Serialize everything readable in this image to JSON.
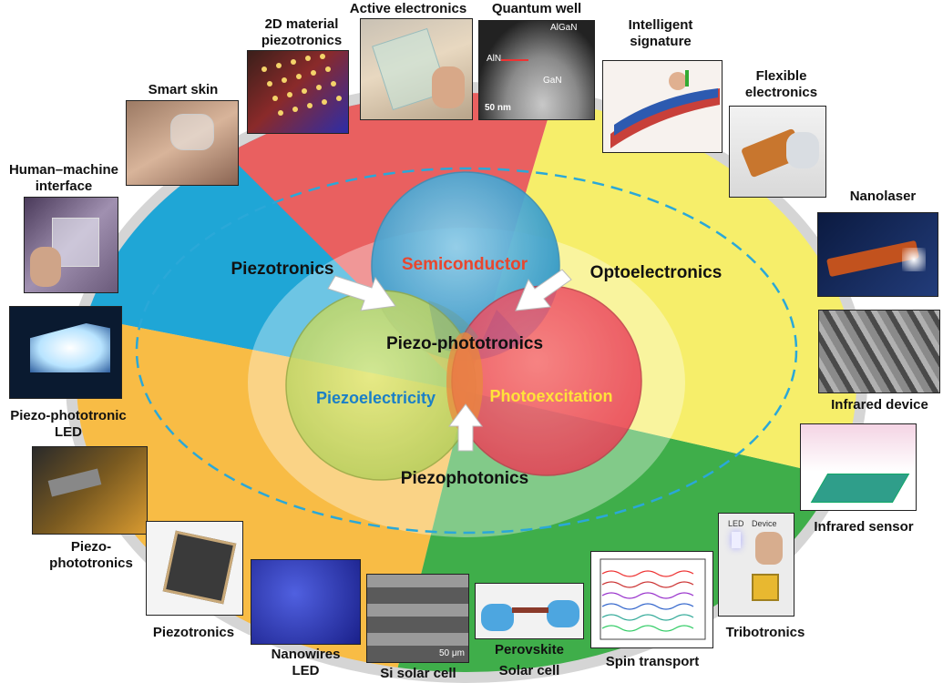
{
  "center": {
    "semiconductor": "Semiconductor",
    "piezoelectricity": "Piezoelectricity",
    "photoexcitation": "Photoexcitation",
    "core": "Piezo-phototronics"
  },
  "fields": {
    "piezotronics": "Piezotronics",
    "optoelectronics": "Optoelectronics",
    "piezophotonics": "Piezophotonics"
  },
  "applications": {
    "smart_skin": "Smart  skin",
    "material_2d_line1": "2D material",
    "material_2d_line2": "piezotronics",
    "active_electronics": "Active electronics",
    "quantum_well": "Quantum well",
    "intelligent_signature_line1": "Intelligent",
    "intelligent_signature_line2": "signature",
    "flexible_electronics_line1": "Flexible",
    "flexible_electronics_line2": "electronics",
    "nanolaser": "Nanolaser",
    "human_machine_line1": "Human–machine",
    "human_machine_line2": "interface",
    "infrared_device": "Infrared device",
    "piezo_led_line1": "Piezo-phototronic",
    "piezo_led_line2": "LED",
    "infrared_sensor": "Infrared sensor",
    "piezo_photo_line1": "Piezo-",
    "piezo_photo_line2": "phototronics",
    "tribotronics": "Tribotronics",
    "piezotronics_app": "Piezotronics",
    "nanowires_led_line1": "Nanowires",
    "nanowires_led_line2": "LED",
    "si_solar_cell": "Si solar cell",
    "perovskite_line1": "Perovskite",
    "perovskite_line2": "Solar cell",
    "spin_transport": "Spin transport"
  },
  "photo_text": {
    "algan": "AlGaN",
    "aln": "AlN",
    "gan": "GaN",
    "scale_50nm": "50 nm",
    "scale_50um": "50 μm",
    "led": "LED",
    "device": "Device"
  },
  "colors": {
    "red_sector": "#e96060",
    "yellow_sector": "#f6ee6a",
    "green_sector": "#3fae4a",
    "orange_sector": "#f8bc45",
    "blue_sector": "#1fa6d6",
    "ring": "#c8c8c8"
  }
}
